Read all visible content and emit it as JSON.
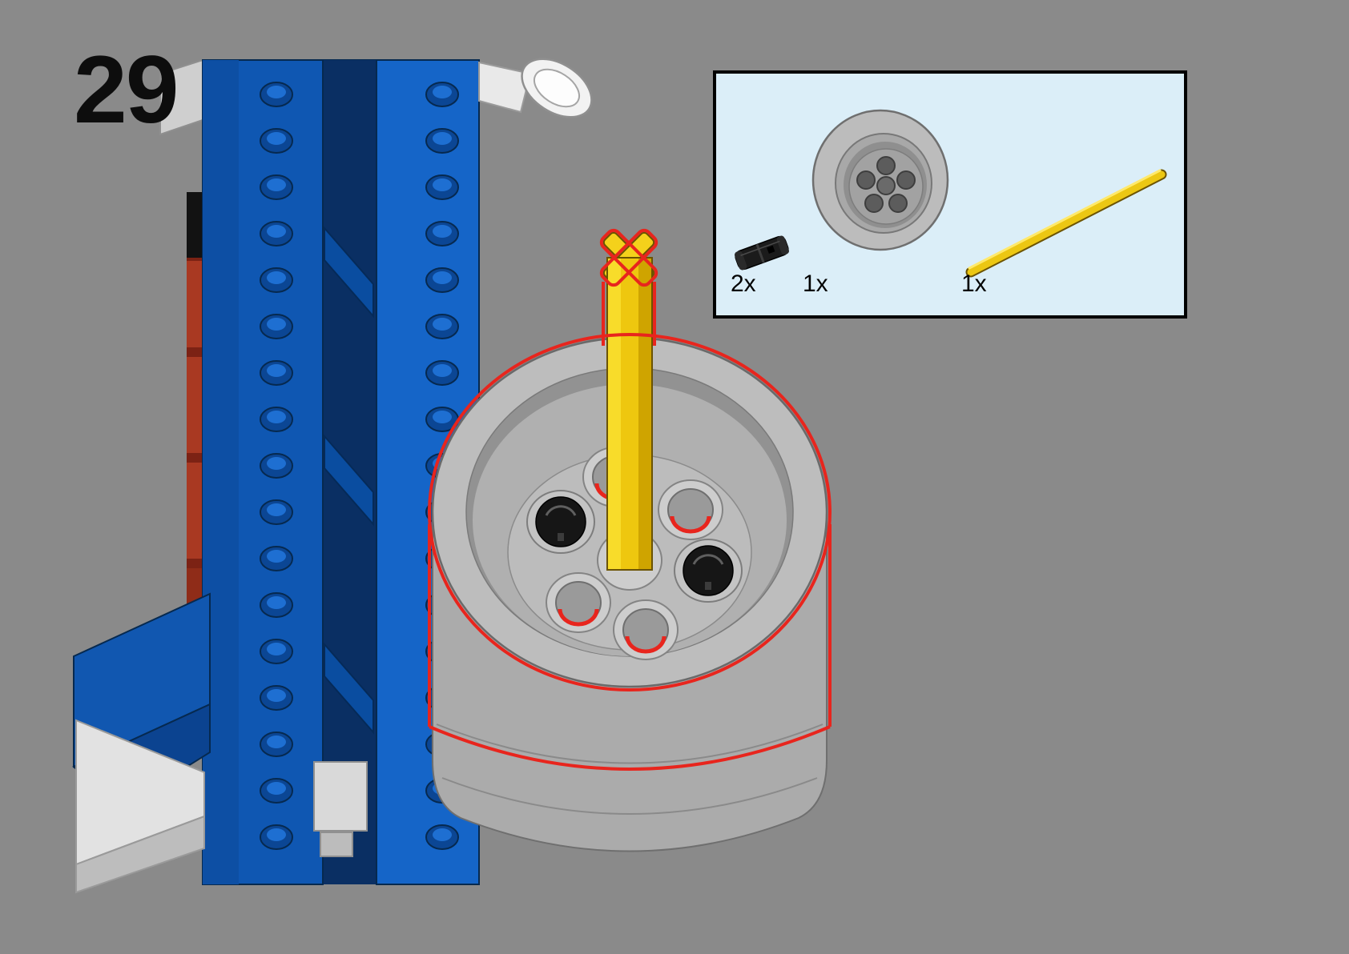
{
  "page": {
    "step_number": "29"
  },
  "palette": {
    "background": "#8a8a8a",
    "callout_background": "#dbeef8",
    "callout_border": "#000000",
    "lego_blue": "#1262c4",
    "lego_blue_dark": "#0b3f86",
    "lego_red": "#a6341f",
    "axle_yellow": "#f2cc0c",
    "highlight_red": "#e8251d",
    "drum_gray": "#b5b5b5",
    "pin_black": "#1a1a1a",
    "white_part": "#f2f2f2"
  },
  "parts_callout": {
    "parts": [
      {
        "part": "black-pin-connector",
        "count": "2x"
      },
      {
        "part": "gray-drum-wheel",
        "count": "1x"
      },
      {
        "part": "yellow-axle",
        "count": "1x"
      }
    ]
  }
}
